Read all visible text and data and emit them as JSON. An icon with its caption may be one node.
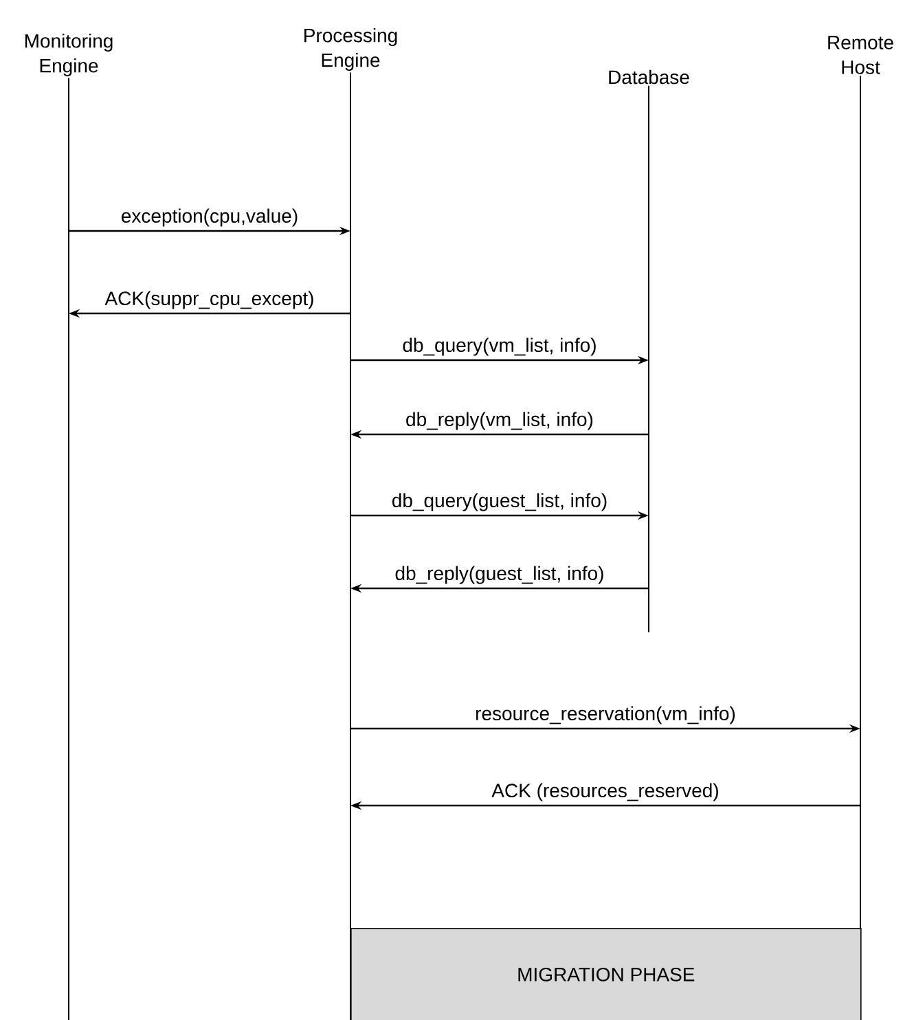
{
  "diagram": {
    "nodes": [
      {
        "text": [
          "Monitoring Engine"
        ]
      },
      {
        "text": [
          "Processing Engine"
        ]
      },
      {
        "text": [
          "Database"
        ]
      },
      {
        "text": [
          "Remote Host"
        ]
      },
      {
        "text": [
          "MIGRATION PHASE"
        ]
      }
    ],
    "edges": [
      {
        "from": 0,
        "to": 1,
        "arrow": "to",
        "label": "exception(cpu,value)"
      },
      {
        "from": 1,
        "to": 0,
        "arrow": "to",
        "label": "ACK(suppr_cpu_except)"
      },
      {
        "from": 1,
        "to": 2,
        "arrow": "to",
        "label": "db_query(vm_list, info)"
      },
      {
        "from": 2,
        "to": 1,
        "arrow": "to",
        "label": "db_reply(vm_list, info)"
      },
      {
        "from": 1,
        "to": 2,
        "arrow": "to",
        "label": "db_query(guest_list, info)"
      },
      {
        "from": 2,
        "to": 1,
        "arrow": "to",
        "label": "db_reply(guest_list, info)"
      },
      {
        "from": 1,
        "to": 3,
        "arrow": "to",
        "label": "resource_reservation(vm_info)"
      },
      {
        "from": 3,
        "to": 1,
        "arrow": "to",
        "label": "ACK (resources_reserved)"
      }
    ]
  }
}
